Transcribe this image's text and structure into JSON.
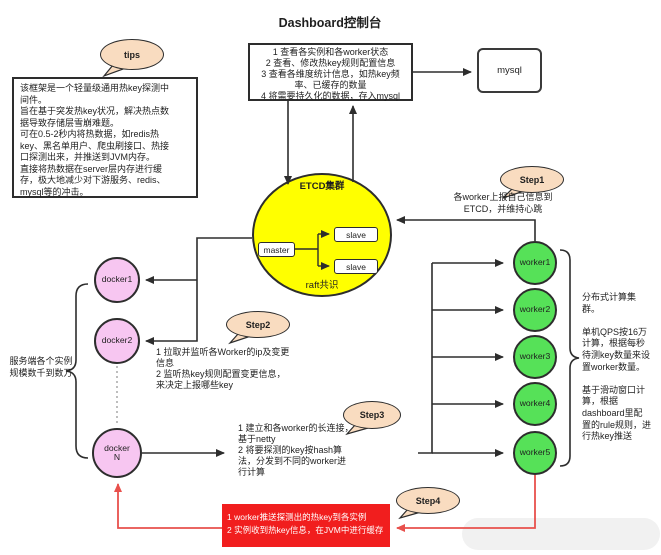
{
  "title": "Dashboard控制台",
  "bubbles": {
    "tips": "tips",
    "step1": "Step1",
    "step2": "Step2",
    "step3": "Step3",
    "step4": "Step4"
  },
  "intro_box": "该框架是一个轻量级通用热key探测中\n间件。\n旨在基于突发热key状况，解决热点数\n据导致存储层雪崩难题。\n可在0.5-2秒内将热数据，如redis热\nkey、黑名单用户、爬虫刷接口、热接\n口探测出来，并推送到JVM内存。\n直接将热数据在server层内存进行缓\n存，极大地减少对下游服务、redis、\nmysql等的冲击。",
  "dashboard_box": "1 查看各实例和各worker状态\n2 查看、修改热key规则配置信息\n3 查看各维度统计信息，如热key频\n率、已缓存的数量\n4 将需要持久化的数据，存入mysql",
  "mysql_label": "mysql",
  "etcd": {
    "title": "ETCD集群",
    "master": "master",
    "slave1": "slave",
    "slave2": "slave",
    "footer": "raft共识"
  },
  "notes": {
    "step1": "各worker上报自己信息到\nETCD，并维持心跳",
    "step2": "1  拉取并监听各Worker的ip及变更\n信息\n2  监听热key规则配置变更信息，\n来决定上报哪些key",
    "step3": "1 建立和各worker的长连接，\n基于netty\n2 将要探测的key按hash算\n法，分发到不同的worker进\n行计算",
    "scale": "服务端各个实例\n规模数千到数万",
    "workers": "分布式计算集\n群。\n\n单机QPS按16万\n计算，根据每秒\n待测key数量来设\n置worker数量。\n\n基于滑动窗口计\n算，根据\ndashboard里配\n置的rule规则，进\n行热key推送"
  },
  "dockers": {
    "docker1": "docker1",
    "docker2": "docker2",
    "dockerN": "docker\nN"
  },
  "workers": {
    "labels": [
      "worker1",
      "worker2",
      "worker3",
      "worker4",
      "worker5"
    ]
  },
  "red_box": "1 worker推送探测出的热key到各实例\n2 实例收到热key信息，在JVM中进行缓存",
  "colors": {
    "etcd_fill": "#ffff00",
    "docker_fill": "#f7c6f1",
    "worker_fill": "#56e158",
    "bubble_fill": "#f9dcc0",
    "alert_red": "#f11e1e",
    "red_line": "#e8504c",
    "line_dark": "#2d2d2d"
  }
}
